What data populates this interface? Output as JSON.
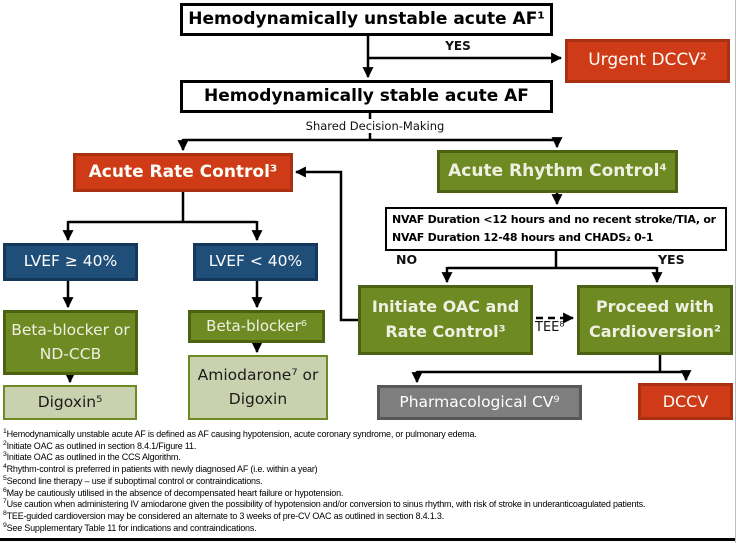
{
  "flowchart": {
    "title_context": "Acute AF management algorithm",
    "nodes": {
      "unstable": "Hemodynamically unstable acute AF¹",
      "urgent_dccv": "Urgent DCCV²",
      "stable": "Hemodynamically stable acute AF",
      "rate_control": "Acute Rate Control³",
      "rhythm_control": "Acute Rhythm Control⁴",
      "lvef_ge": "LVEF ≥ 40%",
      "lvef_lt": "LVEF < 40%",
      "beta_blocker_ndccb": "Beta-blocker or ND-CCB",
      "digoxin": "Digoxin⁵",
      "beta_blocker": "Beta-blocker⁶",
      "amiodarone_digoxin": "Amiodarone⁷ or Digoxin",
      "nvaf_criteria_line1": "NVAF Duration <12 hours and no recent stroke/TIA, or",
      "nvaf_criteria_line2": "NVAF Duration 12-48 hours and CHADS₂ 0-1",
      "initiate_oac": "Initiate OAC and Rate Control³",
      "proceed_cv": "Proceed with Cardioversion²",
      "pharmacological_cv": "Pharmacological CV⁹",
      "dccv": "DCCV"
    },
    "edge_labels": {
      "yes_top": "YES",
      "shared_decision": "Shared Decision-Making",
      "no": "NO",
      "yes": "YES",
      "tee": "TEE⁸"
    },
    "colors": {
      "red_node": "#ce3b16",
      "red_border": "#a93011",
      "olive_node": "#6d8a23",
      "olive_border": "#4c6111",
      "light_green_node": "#c9d1af",
      "blue_node": "#1f4e79",
      "blue_border": "#16375c",
      "gray_node": "#7e7e7e",
      "gray_border": "#575757",
      "connector": "#000000"
    },
    "footnotes": [
      {
        "sup": "1",
        "text": "Hemodynamically unstable acute AF is defined as AF causing hypotension, acute coronary syndrome, or pulmonary edema."
      },
      {
        "sup": "2",
        "text": "Initiate OAC as outlined in section 8.4.1/Figure 11."
      },
      {
        "sup": "3",
        "text": "Initiate OAC as outlined in the CCS Algorithm."
      },
      {
        "sup": "4",
        "text": "Rhythm-control is preferred in patients with newly diagnosed AF (i.e. within a year)"
      },
      {
        "sup": "5",
        "text": "Second line therapy – use if suboptimal control or contraindications."
      },
      {
        "sup": "6",
        "text": "May be cautiously utilised in the absence of decompensated heart failure or hypotension."
      },
      {
        "sup": "7",
        "text": "Use caution when administering IV amiodarone given the possibility of hypotension and/or conversion to sinus rhythm, with risk of stroke in underanticoagulated patients."
      },
      {
        "sup": "8",
        "text": "TEE-guided cardioversion may be considered an alternate to 3 weeks of pre-CV OAC as outlined in section 8.4.1.3."
      },
      {
        "sup": "9",
        "text": "See Supplementary Table 11 for indications and contraindications."
      }
    ]
  }
}
